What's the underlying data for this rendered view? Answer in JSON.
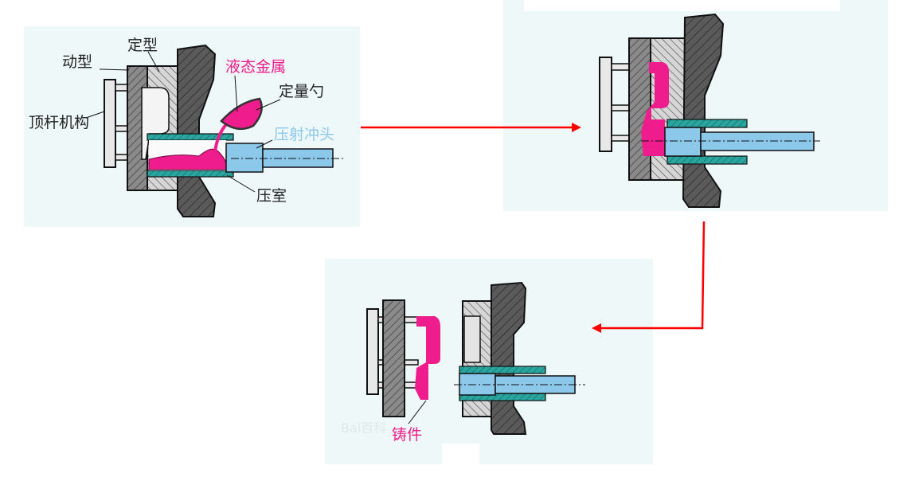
{
  "step1": {
    "labels": {
      "fixed_die": "定型",
      "moving_die": "动型",
      "liquid_metal": "液态金属",
      "ladle": "定量勺",
      "ejector": "顶杆机构",
      "plunger": "压射冲头",
      "shot_chamber": "压室"
    }
  },
  "step3": {
    "labels": {
      "casting": "铸件"
    },
    "watermark": "Bai百科"
  },
  "colors": {
    "metal": "#ee1c8c",
    "plunger": "#8cc8ea",
    "sleeve": "#2aa6a0",
    "arrow": "#ff0000",
    "panel": "#eef8f8"
  }
}
